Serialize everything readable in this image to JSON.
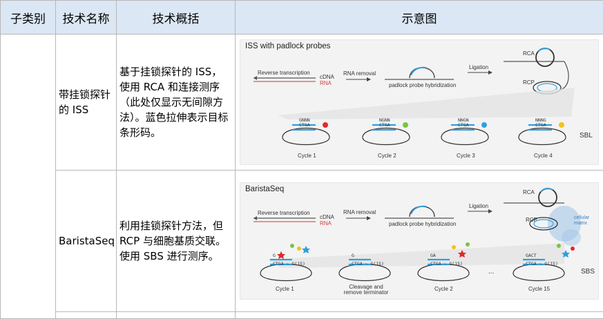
{
  "headers": [
    "子类别",
    "技术名称",
    "技术概括",
    "示意图"
  ],
  "rows": [
    {
      "name": "带挂锁探针的 ISS",
      "summary": "基于挂锁探针的 ISS，使用 RCA 和连接测序（此处仅显示无间隙方法）。蓝色拉伸表示目标条形码。",
      "figure": {
        "title": "ISS with padlock probes",
        "reverse_transcription": "Reverse transcription",
        "cdna": "cDNA",
        "rna": "RNA",
        "rna_removal": "RNA removal",
        "hybridization": "padlock probe hybridization",
        "ligation": "Ligation",
        "rca": "RCA",
        "rcp": "RCP",
        "method": "SBL",
        "cycles": [
          {
            "label": "Cycle 1",
            "top": "GNNN",
            "bottom": "CTGA",
            "color": "#e02a2a"
          },
          {
            "label": "Cycle 2",
            "top": "NGNN",
            "bottom": "CTGA",
            "color": "#7dc241"
          },
          {
            "label": "Cycle 3",
            "top": "NNGN",
            "bottom": "CTGA",
            "color": "#2f9fe0"
          },
          {
            "label": "Cycle 4",
            "top": "NNNG",
            "bottom": "CTGA",
            "color": "#f2c21b"
          }
        ]
      }
    },
    {
      "name": "BaristaSeq",
      "summary": "利用挂锁探针方法，但 RCP 与细胞基质交联。使用 SBS 进行测序。",
      "figure": {
        "title": "BaristaSeq",
        "reverse_transcription": "Reverse transcription",
        "cdna": "cDNA",
        "rna": "RNA",
        "rna_removal": "RNA removal",
        "hybridization": "padlock probe hybridization",
        "ligation": "Ligation",
        "rca": "RCA",
        "rcp": "RCP",
        "matrix": "cellular matrix",
        "method": "SBS",
        "ellipsis": "...",
        "cycles": [
          {
            "label": "Cycle 1",
            "seq": "CTGA ~ G(15)",
            "top": "G"
          },
          {
            "label": "Cleavage and remove terminator",
            "seq": "CTGA ~ G(15)",
            "top": "G"
          },
          {
            "label": "Cycle 2",
            "seq": "CTGA ~ G(15)",
            "top": "GA"
          },
          {
            "label": "Cycle 15",
            "seq": "CTGA ~ G(15)",
            "top": "GACT"
          }
        ]
      }
    }
  ],
  "colors": {
    "header_bg": "#dbe7f4",
    "probe_blue": "#2f9fe0",
    "rna_red": "#e05555",
    "matrix": "#9ec3e6"
  }
}
